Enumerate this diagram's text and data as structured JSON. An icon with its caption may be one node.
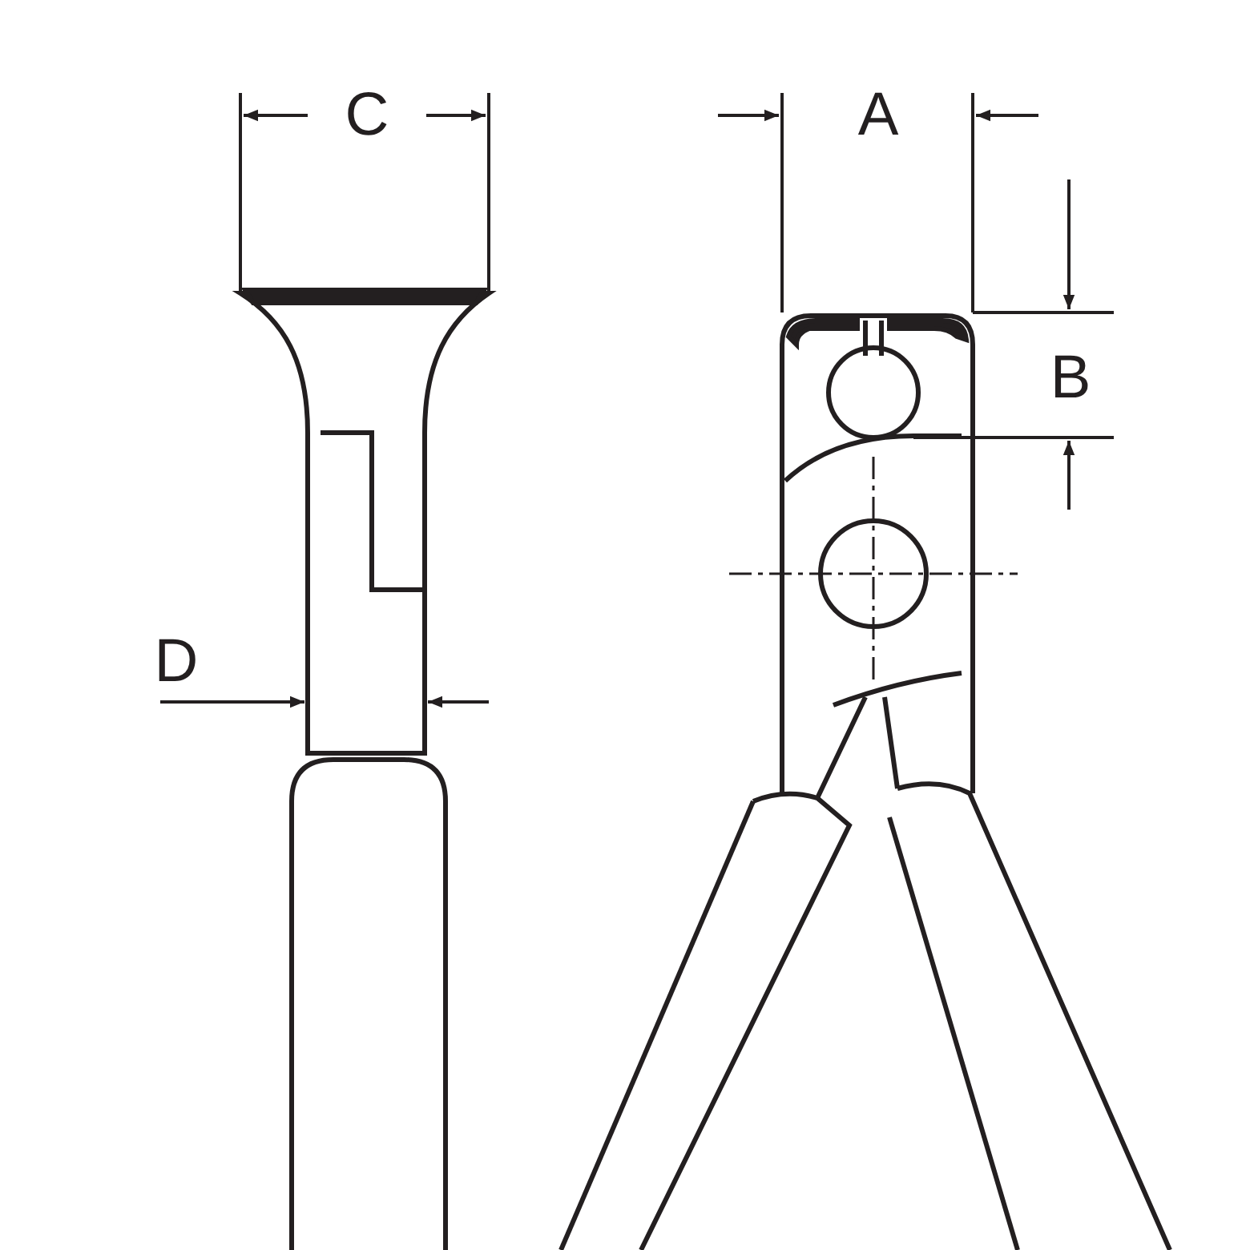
{
  "diagram": {
    "labels": [
      "C",
      "A",
      "B",
      "D"
    ]
  }
}
